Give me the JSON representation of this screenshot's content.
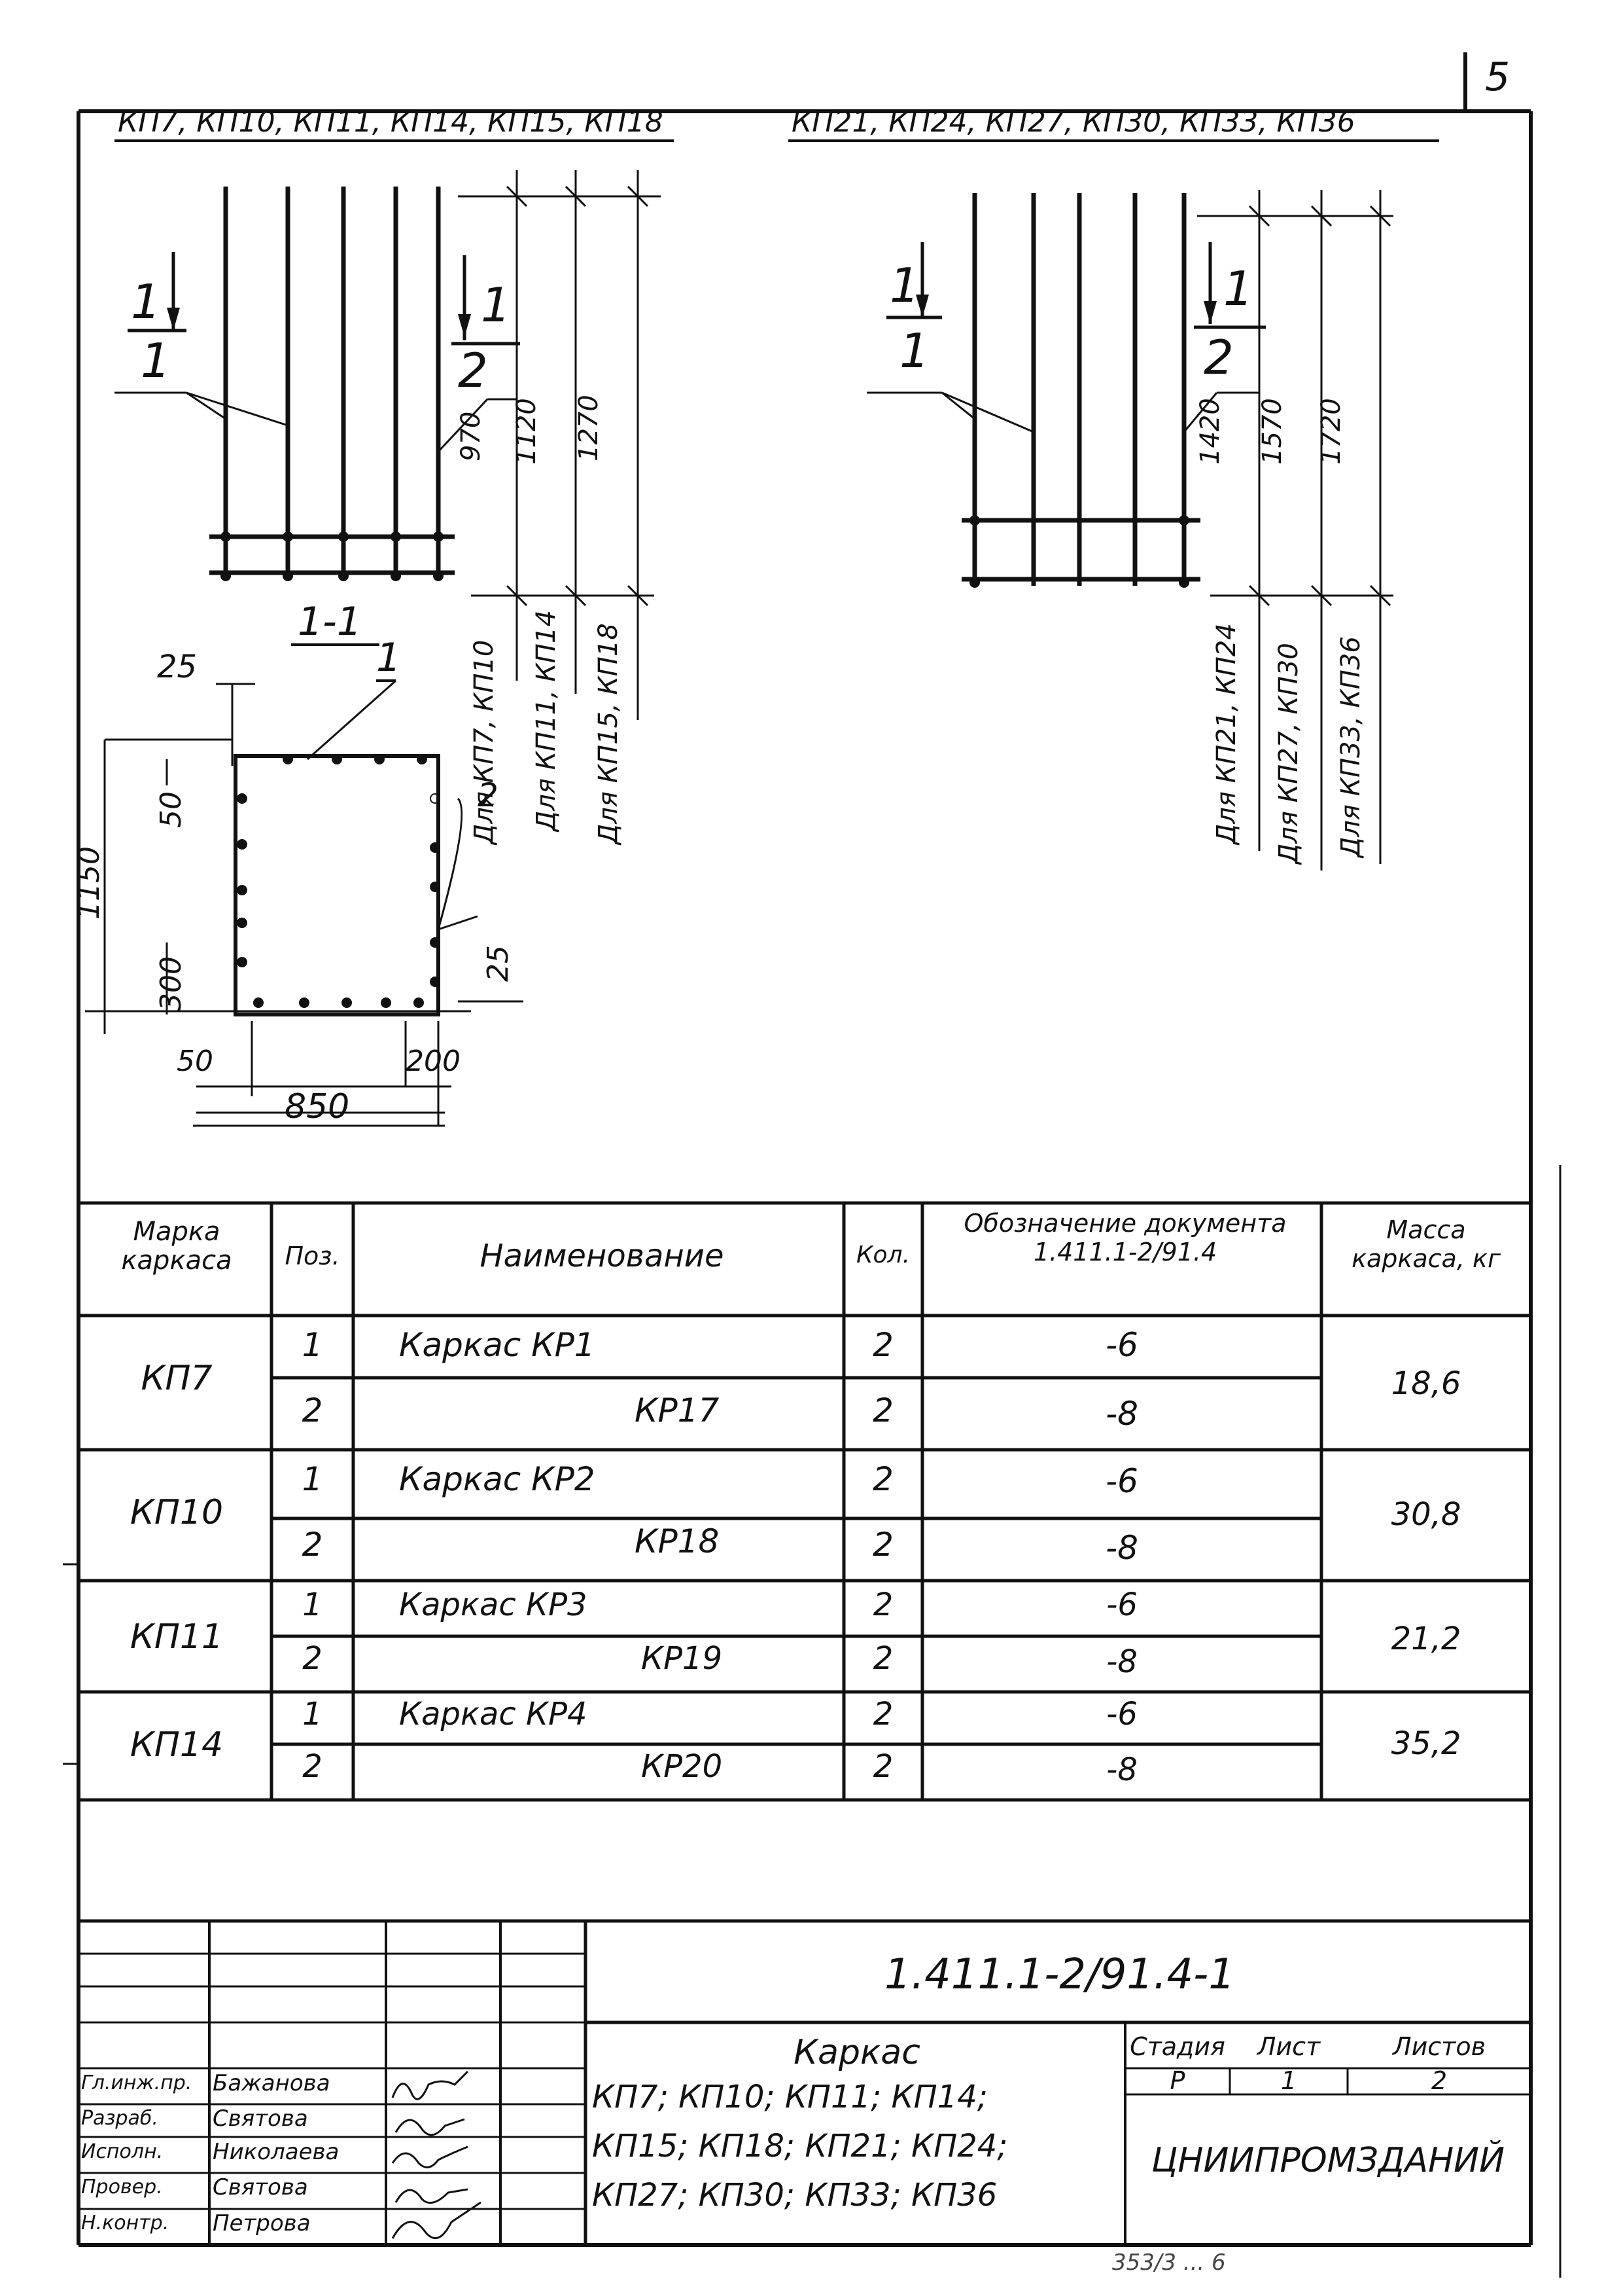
{
  "sheet_number": "5",
  "drawing_left": {
    "title": "КП7, КП10, КП11, КП14, КП15, КП18",
    "section_mark_1": {
      "top": "1",
      "bottom": "1"
    },
    "section_mark_2": {
      "top": "1",
      "bottom": "2"
    },
    "leader_1": "1",
    "leader_2": "2",
    "dims": [
      "970",
      "1120",
      "1270"
    ],
    "dim_labels": [
      "Для КП7, КП10",
      "Для КП11, КП14",
      "Для КП15, КП18"
    ]
  },
  "drawing_right": {
    "title": "КП21, КП24, КП27, КП30, КП33, КП36",
    "section_mark_1": {
      "top": "1",
      "bottom": "1"
    },
    "section_mark_2": {
      "top": "1",
      "bottom": "2"
    },
    "leader_1": "1",
    "leader_2": "2",
    "dims": [
      "1420",
      "1570",
      "1720"
    ],
    "dim_labels": [
      "Для КП21, КП24",
      "Для КП27, КП30",
      "Для КП33, КП36"
    ]
  },
  "section": {
    "title": "1-1",
    "leader_1": "1",
    "leader_2": "2",
    "dims": {
      "d25_top": "25",
      "d50": "50",
      "d1150": "1150",
      "d300": "300",
      "d25_right": "25",
      "d50_bottom": "50",
      "d200": "200",
      "d850": "850"
    }
  },
  "table": {
    "headers": {
      "mark": "Марка каркаса",
      "pos": "Поз.",
      "name": "Наименование",
      "qty": "Кол.",
      "doc": "Обозначение документа 1.411.1-2/91.4",
      "mass": "Масса каркаса, кг"
    },
    "groups": [
      {
        "mark": "КП7",
        "mass": "18,6",
        "rows": [
          {
            "pos": "1",
            "name": "Каркас КР1",
            "qty": "2",
            "doc": "-6"
          },
          {
            "pos": "2",
            "name": "КР17",
            "qty": "2",
            "doc": "-8"
          }
        ]
      },
      {
        "mark": "КП10",
        "mass": "30,8",
        "rows": [
          {
            "pos": "1",
            "name": "Каркас КР2",
            "qty": "2",
            "doc": "-6"
          },
          {
            "pos": "2",
            "name": "КР18",
            "qty": "2",
            "doc": "-8"
          }
        ]
      },
      {
        "mark": "КП11",
        "mass": "21,2",
        "rows": [
          {
            "pos": "1",
            "name": "Каркас КР3",
            "qty": "2",
            "doc": "-6"
          },
          {
            "pos": "2",
            "name": "КР19",
            "qty": "2",
            "doc": "-8"
          }
        ]
      },
      {
        "mark": "КП14",
        "mass": "35,2",
        "rows": [
          {
            "pos": "1",
            "name": "Каркас КР4",
            "qty": "2",
            "doc": "-6"
          },
          {
            "pos": "2",
            "name": "КР20",
            "qty": "2",
            "doc": "-8"
          }
        ]
      }
    ]
  },
  "title_block": {
    "designation": "1.411.1-2/91.4-1",
    "staff": [
      {
        "role": "Гл.инж.пр.",
        "name": "Бажанова"
      },
      {
        "role": "Разраб.",
        "name": "Святова"
      },
      {
        "role": "Исполн.",
        "name": "Николаева"
      },
      {
        "role": "Провер.",
        "name": "Святова"
      },
      {
        "role": "Н.контр.",
        "name": "Петрова"
      }
    ],
    "product_title": "Каркас",
    "product_list": [
      "КП7; КП10; КП11; КП14;",
      "КП15; КП18; КП21; КП24;",
      "КП27; КП30; КП33; КП36"
    ],
    "stage_label": "Стадия",
    "sheet_label": "Лист",
    "sheets_label": "Листов",
    "stage": "Р",
    "sheet": "1",
    "sheets": "2",
    "org": "ЦНИИПРОМЗДАНИЙ",
    "footer_code": "353/3 ... 6"
  }
}
